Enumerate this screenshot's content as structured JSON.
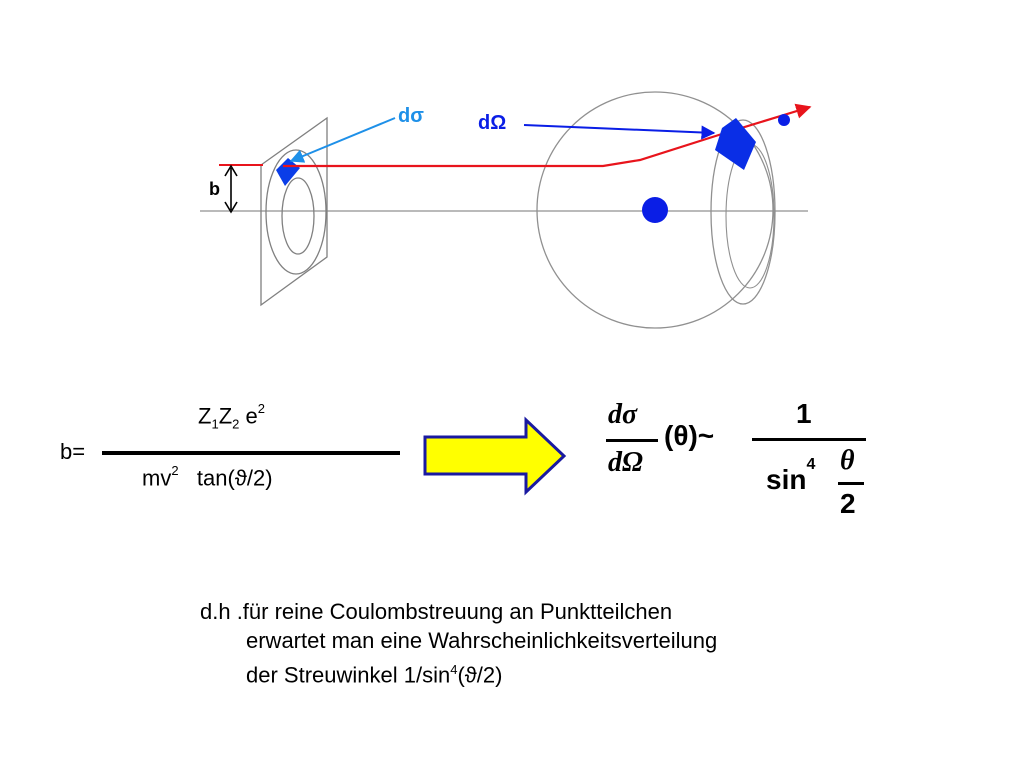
{
  "diagram": {
    "label_b": "b",
    "label_dsigma": "dσ",
    "label_dOmega": "dΩ",
    "colors": {
      "beam": "#e8141c",
      "target": "#0a1ee6",
      "dsigma_label": "#1e90e8",
      "outline": "#808080"
    }
  },
  "formula_b": {
    "lhs": "b=",
    "num_Z": "Z",
    "num_sub1": "1",
    "num_Z2": "Z",
    "num_sub2": "2",
    "num_e": " e",
    "num_sup": "2",
    "den_mv": "mv",
    "den_sup": "2",
    "den_tan": "tan(ϑ/2)"
  },
  "arrow": {
    "fill": "#ffff00",
    "stroke": "#1a1aa0"
  },
  "result": {
    "num": "dσ",
    "den": "dΩ",
    "theta": "(θ)~",
    "one": "1",
    "sin": "sin",
    "sin_sup": "4",
    "half_theta": "θ",
    "two": "2"
  },
  "caption": {
    "line1": "d.h .für reine Coulombstreuung an Punktteilchen",
    "line2": "erwartet man eine Wahrscheinlichkeitsverteilung",
    "line3_pre": "der Streuwinkel 1/sin",
    "line3_sup": "4",
    "line3_post": "(ϑ/2)"
  }
}
